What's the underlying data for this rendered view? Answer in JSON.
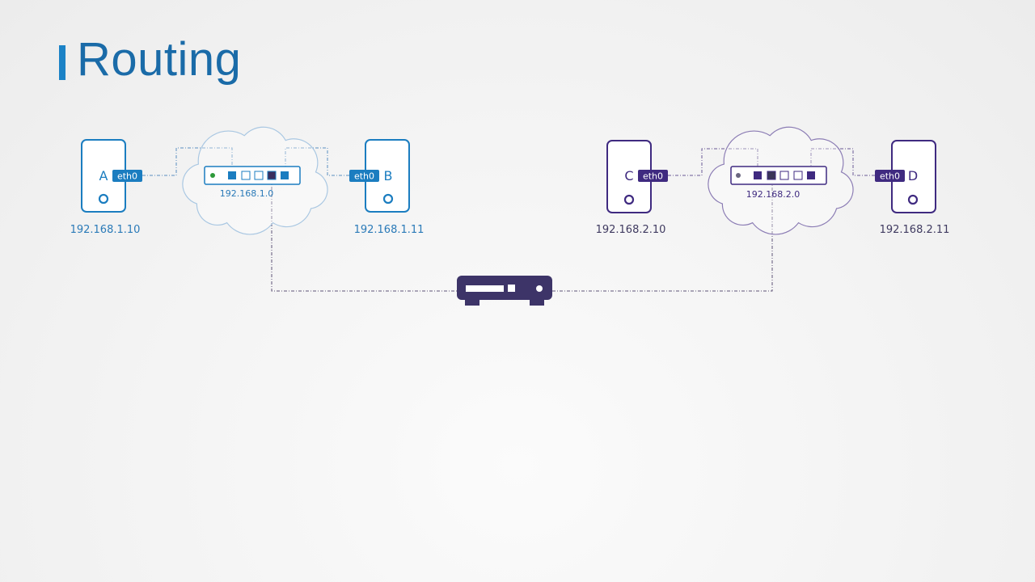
{
  "title": "Routing",
  "colors": {
    "net1": "#1b7dc0",
    "net2": "#3f2a80",
    "router": "#3d3468",
    "accent_dark": "#3a2f5e"
  },
  "interface_label": "eth0",
  "hosts": [
    {
      "name": "A",
      "ip": "192.168.1.10"
    },
    {
      "name": "B",
      "ip": "192.168.1.11"
    },
    {
      "name": "C",
      "ip": "192.168.2.10"
    },
    {
      "name": "D",
      "ip": "192.168.2.11"
    }
  ],
  "networks": [
    {
      "address": "192.168.1.0"
    },
    {
      "address": "192.168.2.0"
    }
  ],
  "router": {
    "icon": "router-icon"
  }
}
